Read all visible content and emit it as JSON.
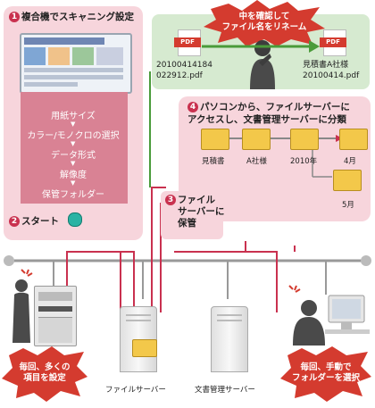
{
  "panel1": {
    "number": "1",
    "title": "複合機でスキャニング設定",
    "steps": [
      "用紙サイズ",
      "カラー/モノクロの選択",
      "データ形式",
      "解像度",
      "保管フォルダー"
    ],
    "start_number": "2",
    "start_label": "スタート"
  },
  "panel3": {
    "number": "3",
    "lines": [
      "ファイル",
      "サーバーに",
      "保管"
    ]
  },
  "panel4": {
    "number": "4",
    "lines": [
      "パソコンから、ファイルサーバーに",
      "アクセスし、文書管理サーバーに分類"
    ],
    "folders": [
      "見積書",
      "A社様",
      "2010年",
      "4月",
      "5月"
    ]
  },
  "rename": {
    "burst_lines": [
      "中を確認して",
      "ファイル名をリネーム"
    ],
    "pdf_badge": "PDF",
    "before_lines": [
      "20100414184",
      "022912.pdf"
    ],
    "after_lines": [
      "見積書A社様",
      "20100414.pdf"
    ]
  },
  "bottom": {
    "left_burst": [
      "毎回、多くの",
      "項目を設定"
    ],
    "right_burst": [
      "毎回、手動で",
      "フォルダーを選択"
    ],
    "file_server": "ファイルサーバー",
    "doc_server": "文書管理サーバー"
  },
  "colors": {
    "pink": "#f7d5dc",
    "red": "#c9314f",
    "green": "#d6ead0",
    "folder": "#f3c84a"
  }
}
